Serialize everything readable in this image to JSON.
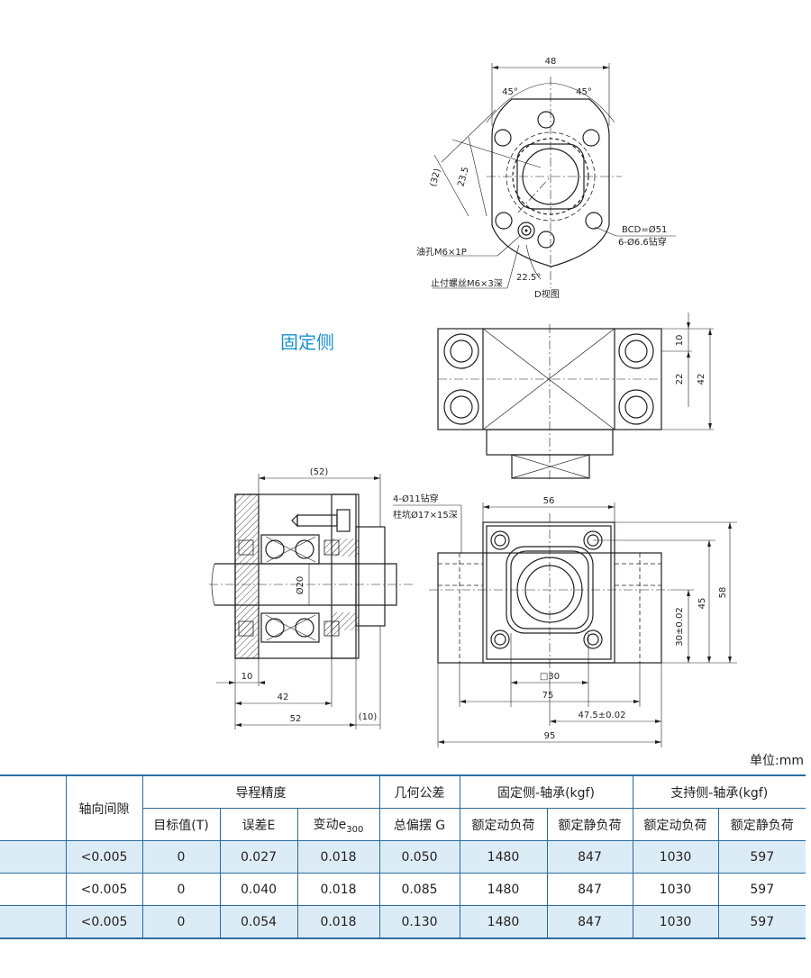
{
  "section_title": "固定侧",
  "unit_label": "单位:mm",
  "drawing": {
    "d_view": {
      "width": "48",
      "angle_left": "45°",
      "angle_right": "45°",
      "dim_32": "(32)",
      "dim_23_5": "23.5",
      "bcd": "BCD=Ø51",
      "holes": "6-Ø6.6钻穿",
      "oil_hole": "油孔M6×1P",
      "angle_22_5": "22.5°",
      "set_screw": "止付螺丝M6×3深",
      "view_name": "D视图"
    },
    "top_view": {
      "dim_10": "10",
      "dim_22": "22",
      "dim_42": "42"
    },
    "side_view": {
      "dim_52_paren": "(52)",
      "dim_d20": "Ø20",
      "dim_10": "10",
      "dim_42": "42",
      "dim_52": "52",
      "dim_10_paren": "(10)"
    },
    "front_view": {
      "counterbore_1": "4-Ø11钻穿",
      "counterbore_2": "柱坑Ø17×15深",
      "dim_56": "56",
      "dim_58": "58",
      "dim_45": "45",
      "dim_30_tol": "30±0.02",
      "dim_sq30": "□30",
      "dim_75": "75",
      "dim_47_5": "47.5±0.02",
      "dim_95": "95"
    }
  },
  "table": {
    "header": {
      "axial_clearance": "轴向间隙",
      "lead_accuracy": "导程精度",
      "target_value": "目标值(T)",
      "error": "误差E",
      "variation": "变动e",
      "variation_sub": "300",
      "geometric_tolerance": "几何公差",
      "total_runout": "总偏摆 G",
      "fixed_side": "固定侧-轴承(kgf)",
      "support_side": "支持侧-轴承(kgf)",
      "dynamic_load": "额定动负荷",
      "static_load": "额定静负荷"
    },
    "rows": [
      [
        "<0.005",
        "0",
        "0.027",
        "0.018",
        "0.050",
        "1480",
        "847",
        "1030",
        "597"
      ],
      [
        "<0.005",
        "0",
        "0.040",
        "0.018",
        "0.085",
        "1480",
        "847",
        "1030",
        "597"
      ],
      [
        "<0.005",
        "0",
        "0.054",
        "0.018",
        "0.130",
        "1480",
        "847",
        "1030",
        "597"
      ]
    ]
  }
}
